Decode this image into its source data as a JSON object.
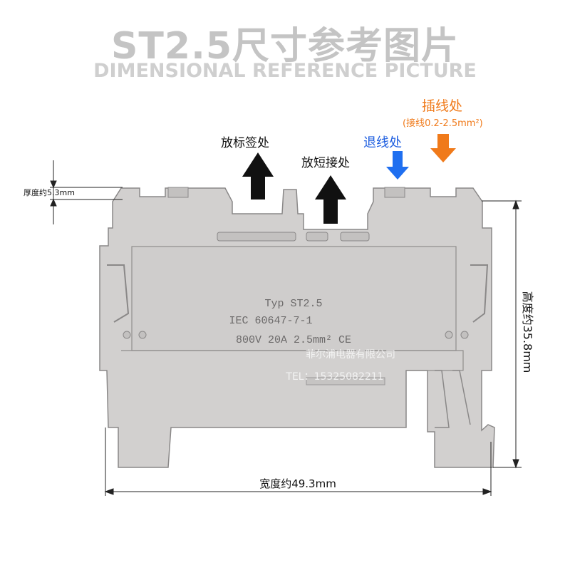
{
  "title": {
    "cn": "ST2.5尺寸参考图片",
    "en": "DIMENSIONAL REFERENCE PICTURE"
  },
  "callouts": {
    "label_slot": "放标签处",
    "short_slot": "放短接处",
    "release": "退线处",
    "insert": "插线处",
    "insert_range": "(接线0.2-2.5mm²)"
  },
  "dimensions": {
    "thickness": "厚度约5.3mm",
    "width": "宽度约49.3mm",
    "height": "高度约35.8mm"
  },
  "product_marking": {
    "line1": "Typ ST2.5",
    "line2": "IEC 60647-7-1",
    "line3": "800V 20A 2.5mm²  CE"
  },
  "watermark": {
    "company": "菲尔浦电器有限公司",
    "tel": "TEL：15325082211"
  },
  "colors": {
    "title": "#c4c4c4",
    "body": "#d2d0cf",
    "release_arrow": "#1f6ff0",
    "insert_arrow": "#f07a1a",
    "black_arrow": "#111111"
  }
}
